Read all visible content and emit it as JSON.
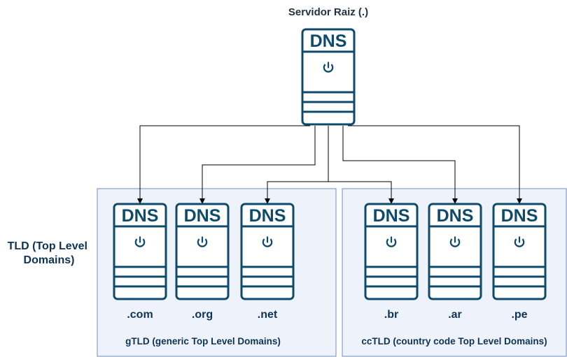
{
  "root": {
    "title": "Servidor Raiz (.)",
    "server_label": "DNS"
  },
  "side_label": {
    "line1": "TLD (Top Level",
    "line2": "Domains)"
  },
  "groups": [
    {
      "label": "gTLD (generic Top Level Domains)",
      "servers": [
        {
          "server_label": "DNS",
          "domain": ".com"
        },
        {
          "server_label": "DNS",
          "domain": ".org"
        },
        {
          "server_label": "DNS",
          "domain": ".net"
        }
      ]
    },
    {
      "label": "ccTLD (country code Top Level Domains)",
      "servers": [
        {
          "server_label": "DNS",
          "domain": ".br"
        },
        {
          "server_label": "DNS",
          "domain": ".ar"
        },
        {
          "server_label": "DNS",
          "domain": ".pe"
        }
      ]
    }
  ],
  "colors": {
    "server": "#0e4a6b",
    "group_fill": "#eef3fb",
    "group_stroke": "#6c8ebf",
    "connector": "#000000"
  },
  "icons": {
    "server": "dns-server-icon",
    "power": "power-icon"
  }
}
